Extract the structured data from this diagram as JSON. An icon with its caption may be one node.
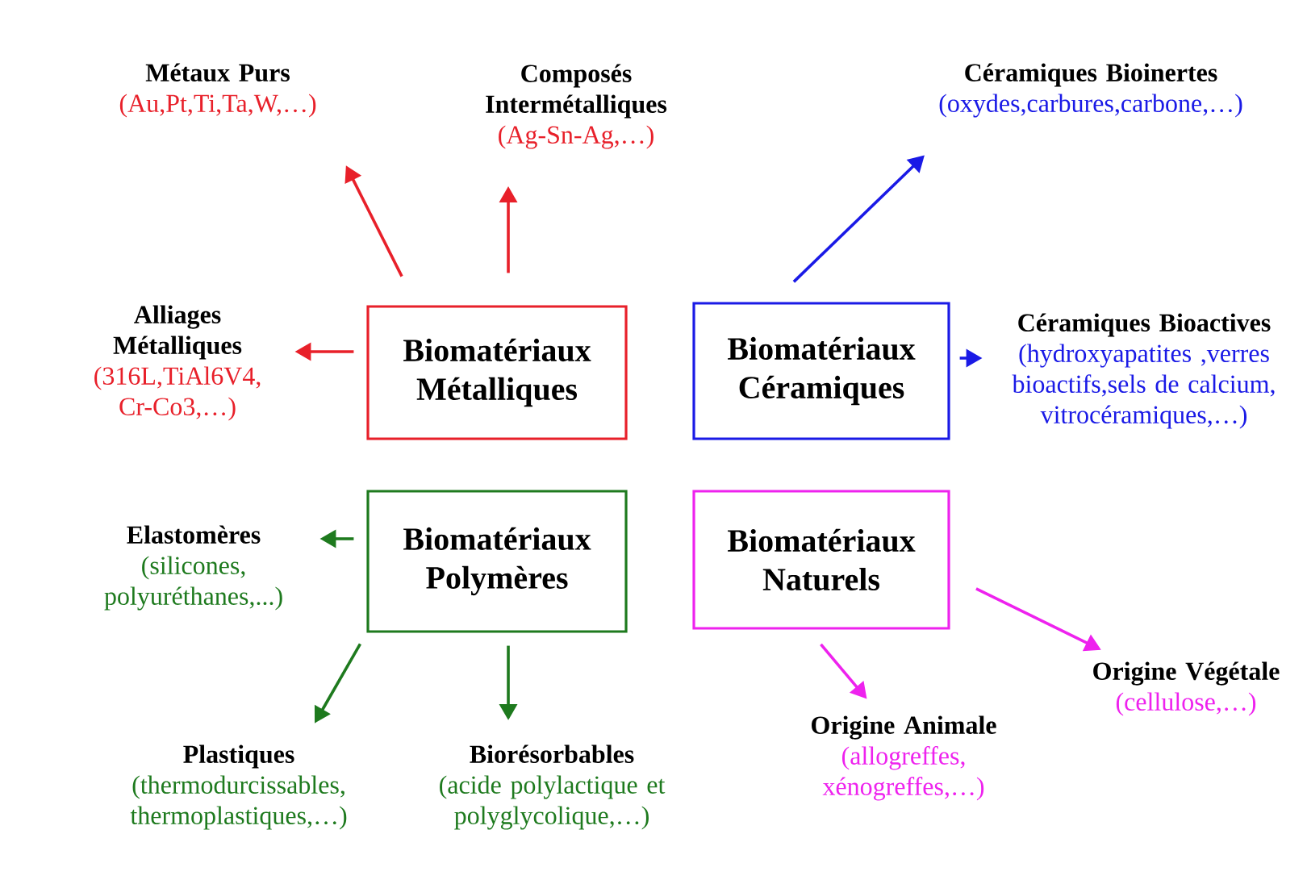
{
  "diagram": {
    "nodes": [
      {
        "text": [
          "Métaux Purs",
          "(Au,Pt,Ti,Ta,W,…)"
        ]
      },
      {
        "text": [
          "Composés Intermétalliques",
          "(Ag-Sn-Ag,…)"
        ]
      },
      {
        "text": [
          "Céramiques Bioinertes",
          "(oxydes,carbures,carbone,…)"
        ]
      },
      {
        "text": [
          "Alliages Métalliques",
          "(316L,TiAl6V4, Cr-Co3,…)"
        ]
      },
      {
        "text": [
          "Biomatériaux Métalliques"
        ]
      },
      {
        "text": [
          "Biomatériaux Céramiques"
        ]
      },
      {
        "text": [
          "Céramiques Bioactives",
          "(hydroxyapatites ,verres bioactifs,sels de calcium, vitrocéramiques,…)"
        ]
      },
      {
        "text": [
          "Elastomères",
          "(silicones, polyuréthanes,...)"
        ]
      },
      {
        "text": [
          "Biomatériaux Polymères"
        ]
      },
      {
        "text": [
          "Biomatériaux Naturels"
        ]
      },
      {
        "text": [
          "Origine Végétale",
          "(cellulose,…)"
        ]
      },
      {
        "text": [
          "Origine Animale",
          "(allogreffes, xénogreffes,…)"
        ]
      },
      {
        "text": [
          "Plastiques",
          "(thermodurcissables, thermoplastiques,…)"
        ]
      },
      {
        "text": [
          "Biorésorbables",
          "(acide polylactique et polyglycolique,…)"
        ]
      }
    ],
    "edges": [
      {
        "from": 4,
        "to": 0,
        "arrow": "to",
        "color": "#e8202a"
      },
      {
        "from": 4,
        "to": 1,
        "arrow": "to",
        "color": "#e8202a"
      },
      {
        "from": 4,
        "to": 3,
        "arrow": "to",
        "color": "#e8202a"
      },
      {
        "from": 5,
        "to": 2,
        "arrow": "to",
        "color": "#1a1ae6"
      },
      {
        "from": 5,
        "to": 6,
        "arrow": "to",
        "color": "#1a1ae6"
      },
      {
        "from": 8,
        "to": 7,
        "arrow": "to",
        "color": "#1e7a1e"
      },
      {
        "from": 8,
        "to": 12,
        "arrow": "to",
        "color": "#1e7a1e"
      },
      {
        "from": 8,
        "to": 13,
        "arrow": "to",
        "color": "#1e7a1e"
      },
      {
        "from": 9,
        "to": 11,
        "arrow": "to",
        "color": "#ee22ee"
      },
      {
        "from": 9,
        "to": 10,
        "arrow": "to",
        "color": "#ee22ee"
      }
    ]
  }
}
